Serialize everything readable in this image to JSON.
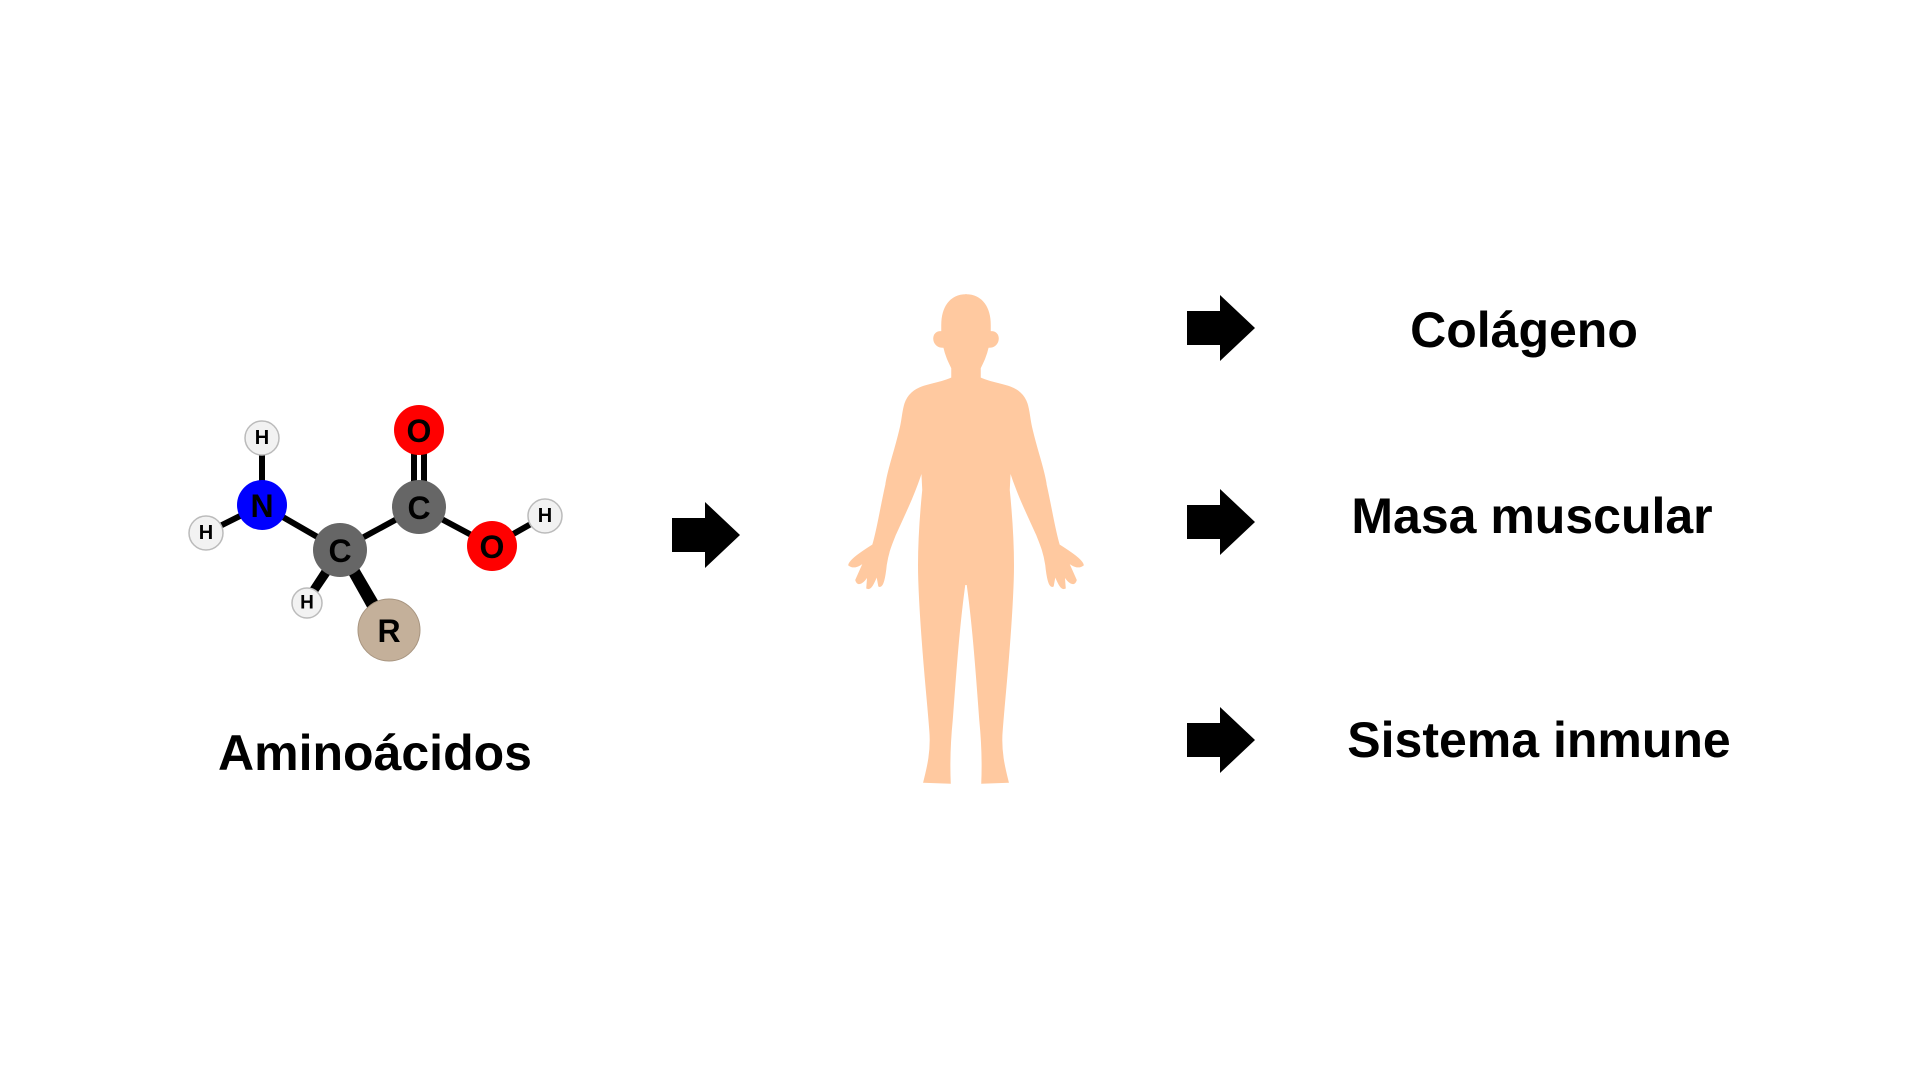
{
  "molecule": {
    "label": "Aminoácidos",
    "atoms": {
      "h_top": "H",
      "n": "N",
      "h_left": "H",
      "c_alpha": "C",
      "h_bottom": "H",
      "r": "R",
      "c_carbonyl": "C",
      "o_double": "O",
      "o_hydroxyl": "O",
      "h_right": "H"
    }
  },
  "outputs": [
    {
      "label": "Colágeno"
    },
    {
      "label": "Masa muscular"
    },
    {
      "label": "Sistema inmune"
    }
  ],
  "colors": {
    "nitrogen": "#0000ff",
    "carbon": "#666666",
    "oxygen": "#ff0000",
    "hydrogen": "#f2f2f2",
    "r_group": "#c4b09a",
    "body": "#ffc9a0",
    "arrow": "#000000"
  }
}
